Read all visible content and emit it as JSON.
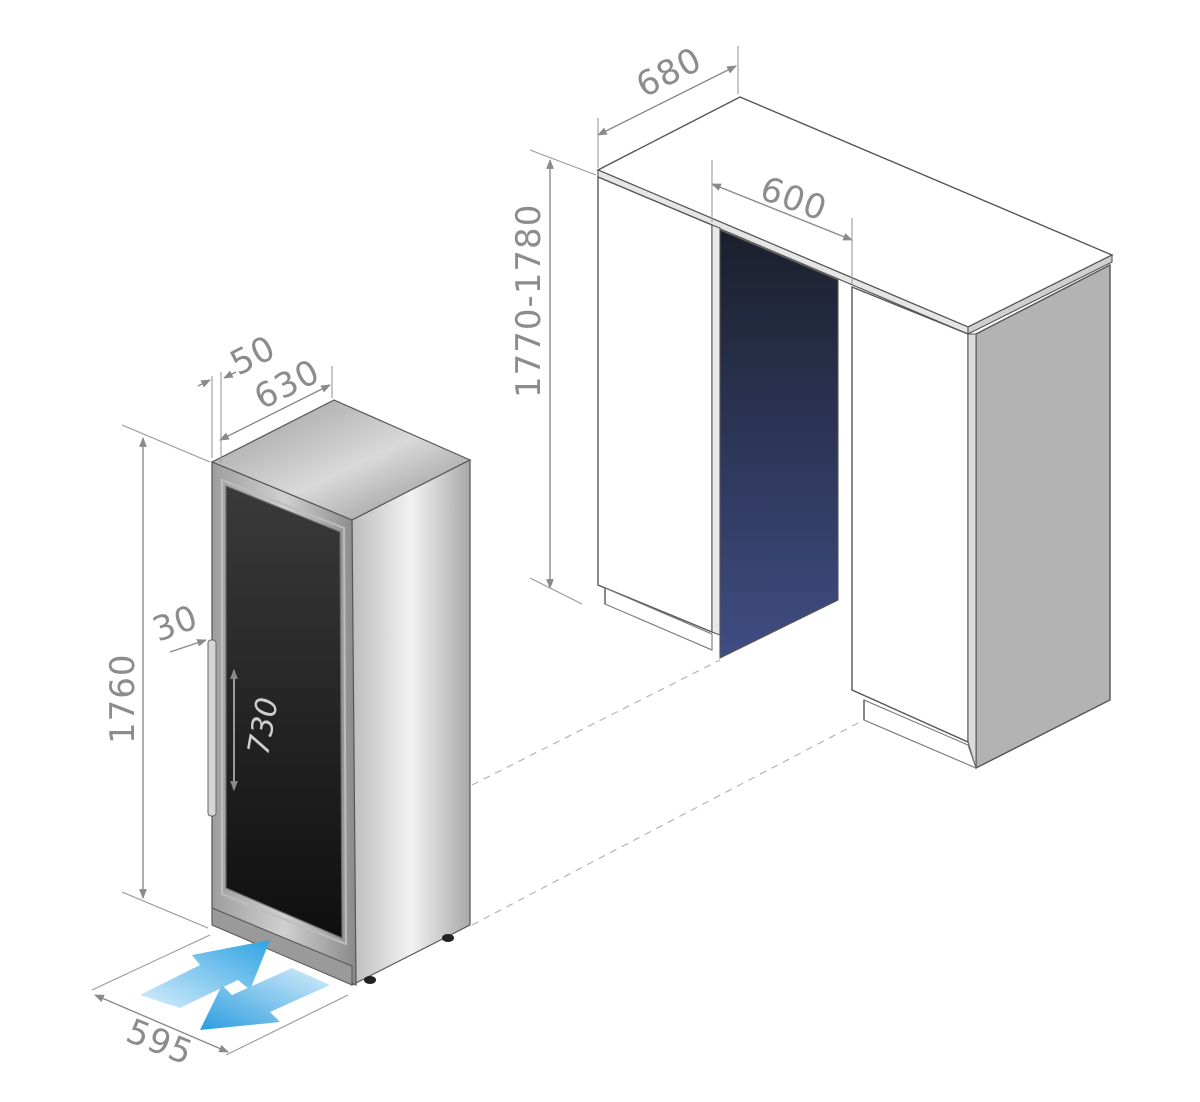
{
  "dimensions": {
    "width_595": "595",
    "depth_630": "630",
    "door_50": "50",
    "height_1760": "1760",
    "handle_30": "30",
    "handle_730": "730",
    "niche_width_600": "600",
    "niche_depth_680": "680",
    "niche_height": "1770-1780"
  },
  "colors": {
    "appliance_steel_light": "#e9e9e9",
    "appliance_steel_dark": "#7a7a7a",
    "door_glass": "#1e1e1e",
    "niche_top": "#1c2030",
    "niche_bottom": "#3d4a80",
    "cabinet_side": "#b3b3b3",
    "airflow_arrow": "#35a7e6",
    "dimension_text": "#8c8c8c"
  },
  "icons": {
    "airflow_in": "arrow-in-icon",
    "airflow_out": "arrow-out-icon"
  }
}
